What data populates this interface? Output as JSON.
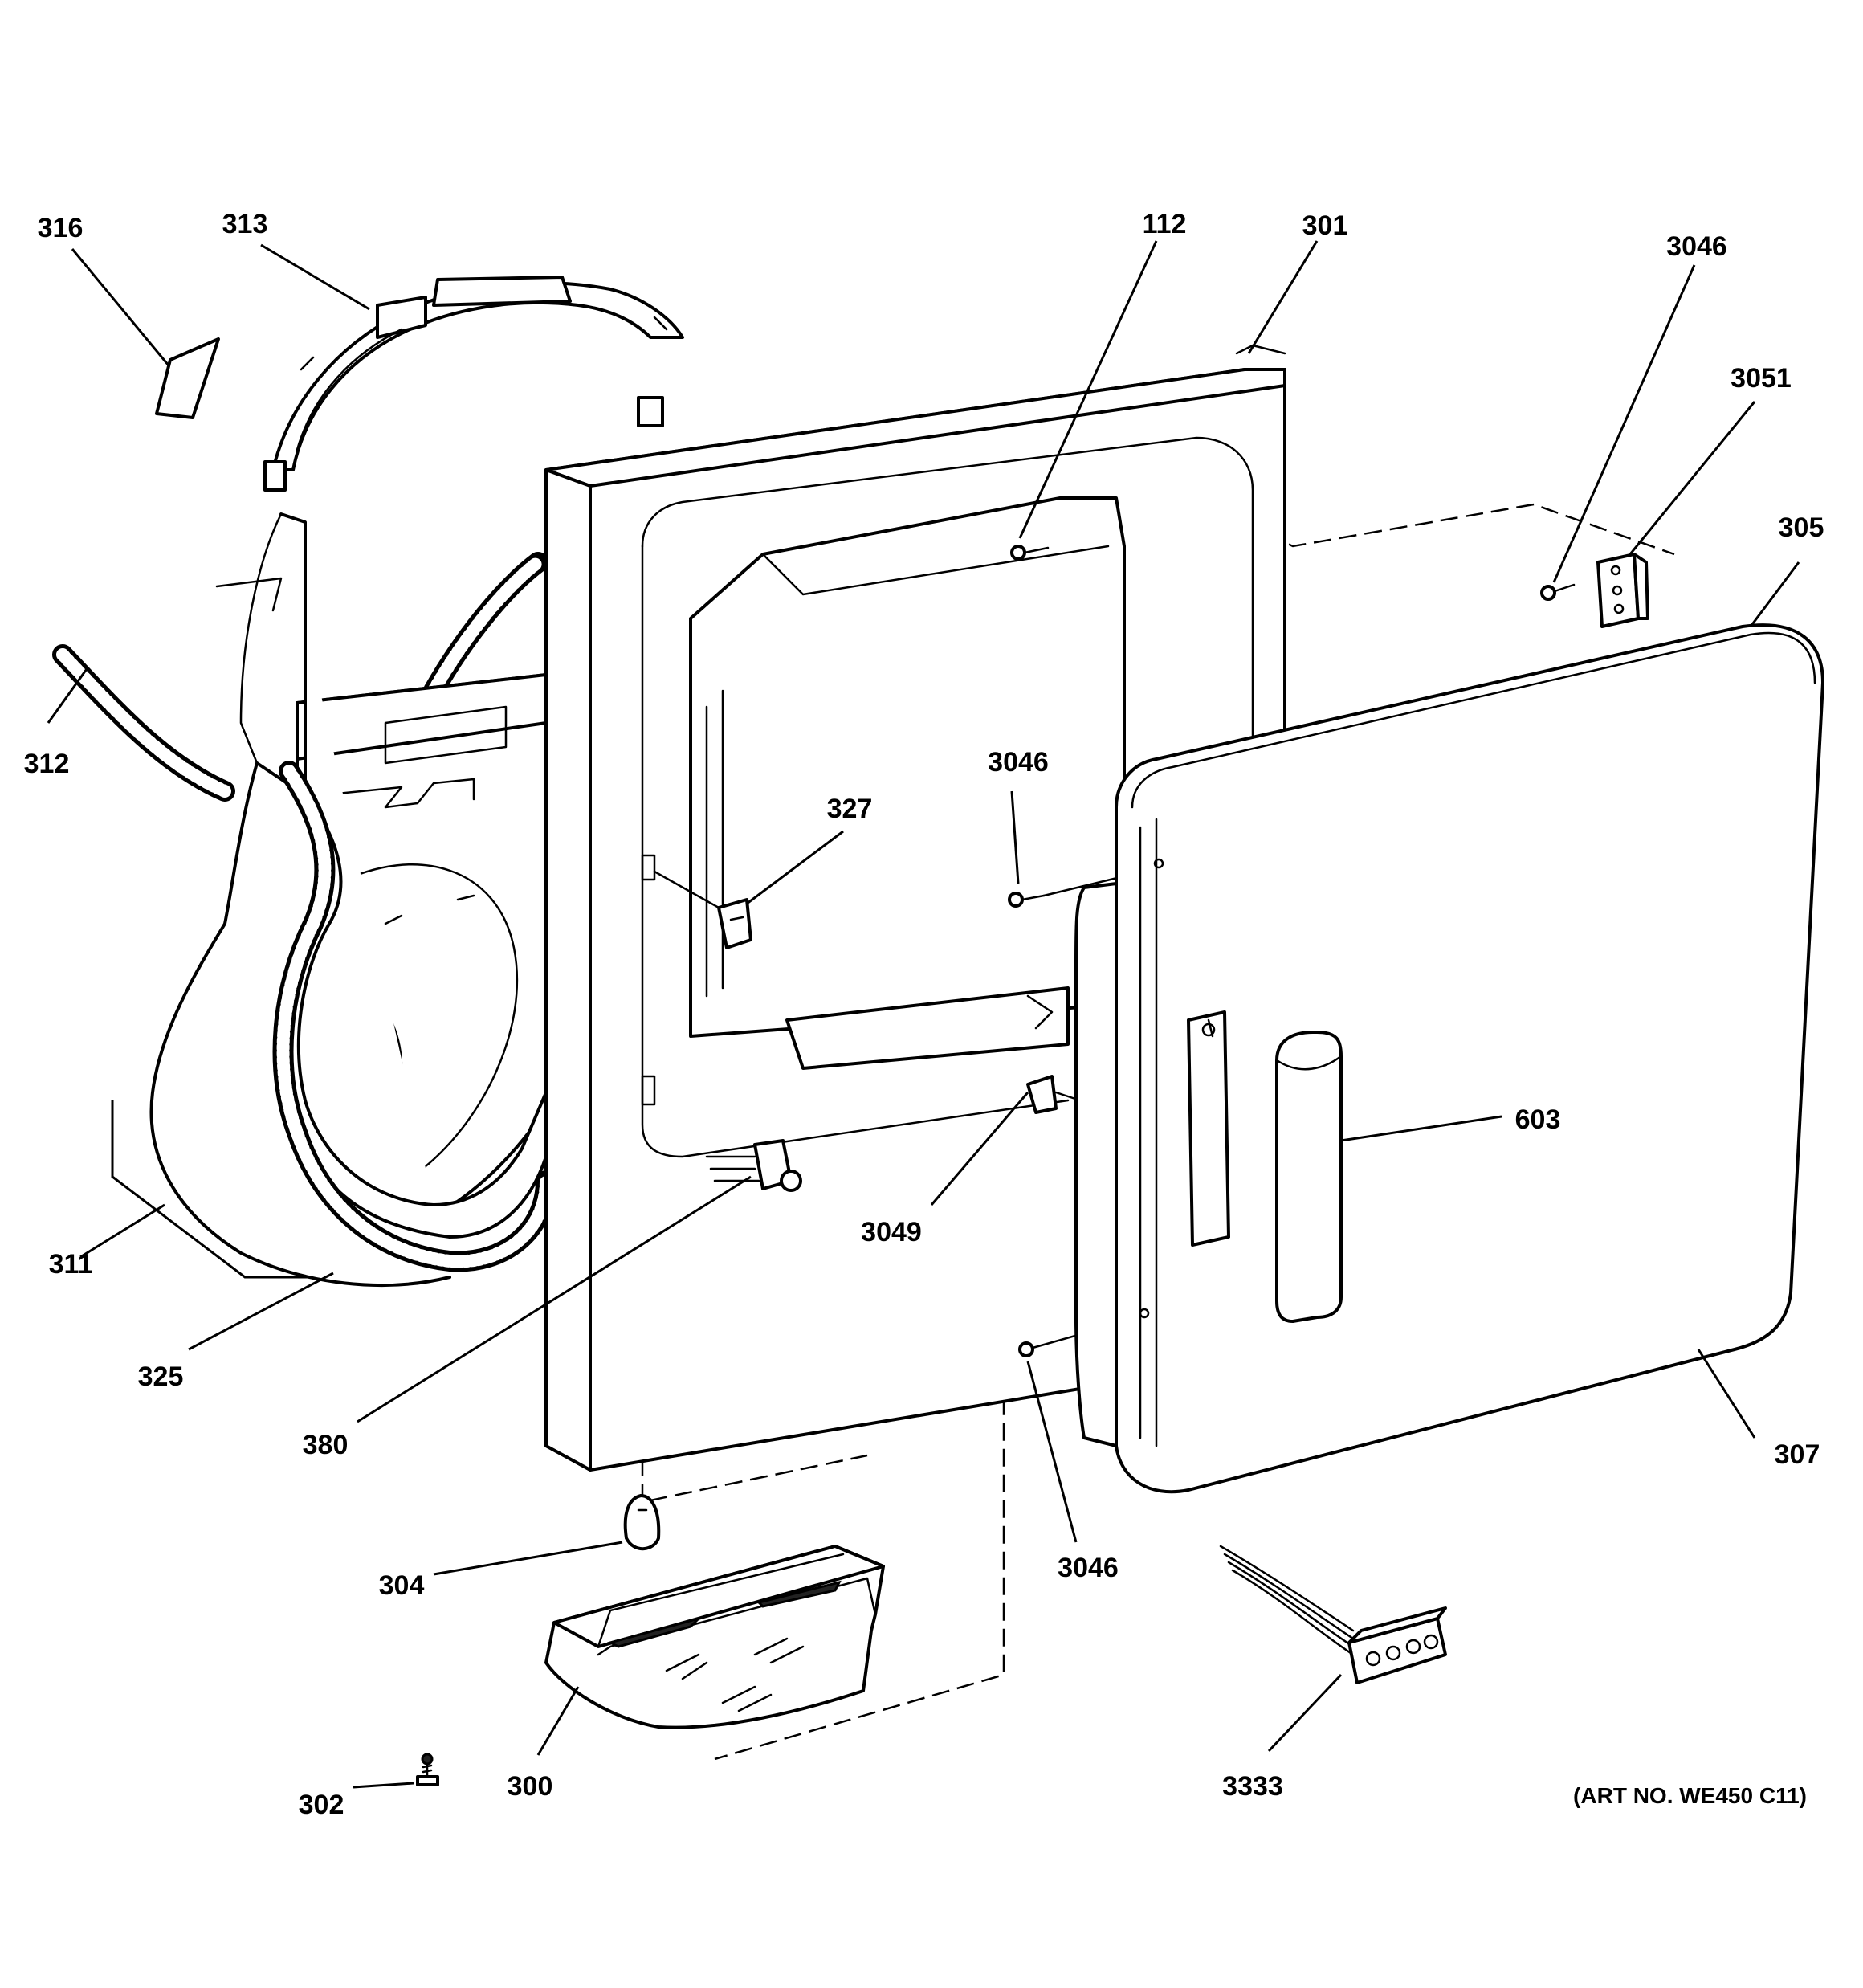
{
  "diagram": {
    "art_number": "(ART NO. WE450 C11)",
    "callouts": {
      "c316": "316",
      "c313": "313",
      "c112": "112",
      "c301": "301",
      "c3046_top": "3046",
      "c3051": "3051",
      "c305": "305",
      "c312": "312",
      "c3046_mid": "3046",
      "c327": "327",
      "c603": "603",
      "c3049": "3049",
      "c311": "311",
      "c325": "325",
      "c380": "380",
      "c307": "307",
      "c3046_bot": "3046",
      "c304": "304",
      "c3333": "3333",
      "c302": "302",
      "c300": "300"
    }
  }
}
